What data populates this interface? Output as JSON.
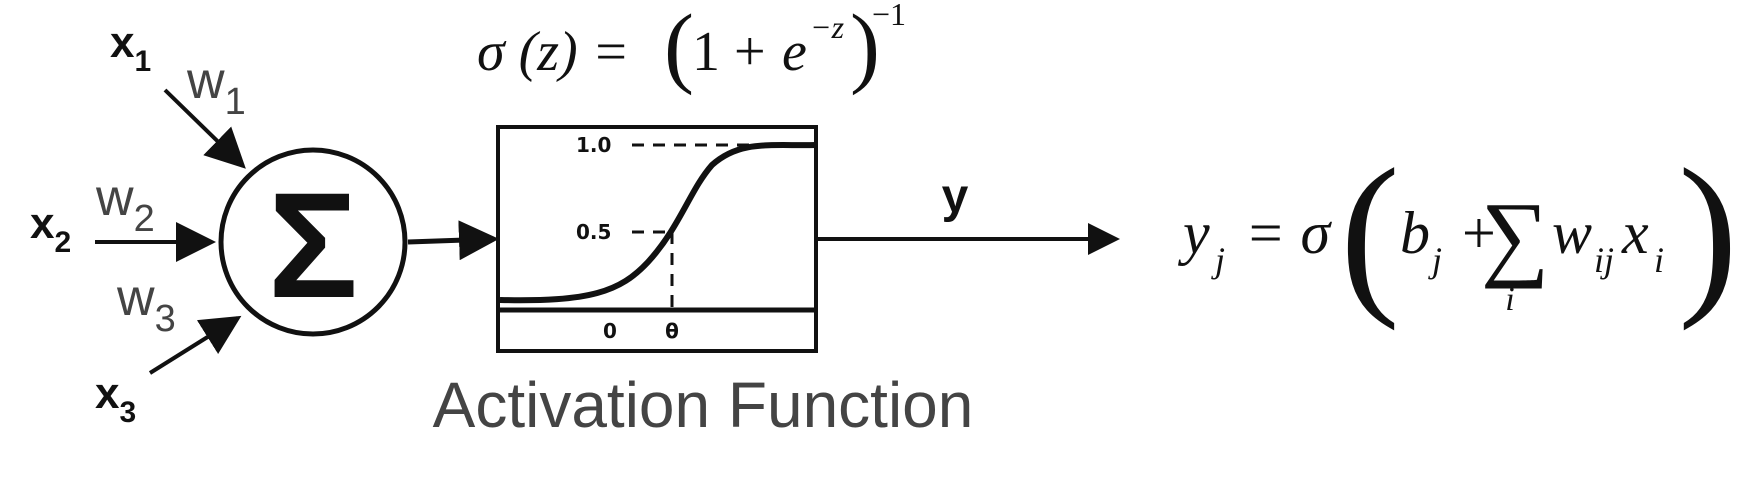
{
  "inputs": [
    {
      "name": "x",
      "sub": "1"
    },
    {
      "name": "x",
      "sub": "2"
    },
    {
      "name": "x",
      "sub": "3"
    }
  ],
  "weights": [
    {
      "name": "w",
      "sub": "1"
    },
    {
      "name": "w",
      "sub": "2"
    },
    {
      "name": "w",
      "sub": "3"
    }
  ],
  "summation_symbol": "Σ",
  "activation_formula": {
    "lhs": "σ (z) = ",
    "one_plus": "1 + ",
    "e": "e",
    "exponent": "−z",
    "outer_exponent": "−1"
  },
  "activation_plot": {
    "y_ticks": [
      "1.0",
      "0.5"
    ],
    "x_ticks": [
      "0",
      "θ"
    ]
  },
  "output_label": "y",
  "caption": "Activation Function",
  "output_formula": {
    "y": "y",
    "y_sub": "j",
    "eq_sigma": "= σ",
    "b": "b",
    "b_sub": "j",
    "plus": "+",
    "sum": "∑",
    "sum_sub": "i",
    "w": "w",
    "w_sub": "ij",
    "x": "x",
    "x_sub": "i"
  }
}
